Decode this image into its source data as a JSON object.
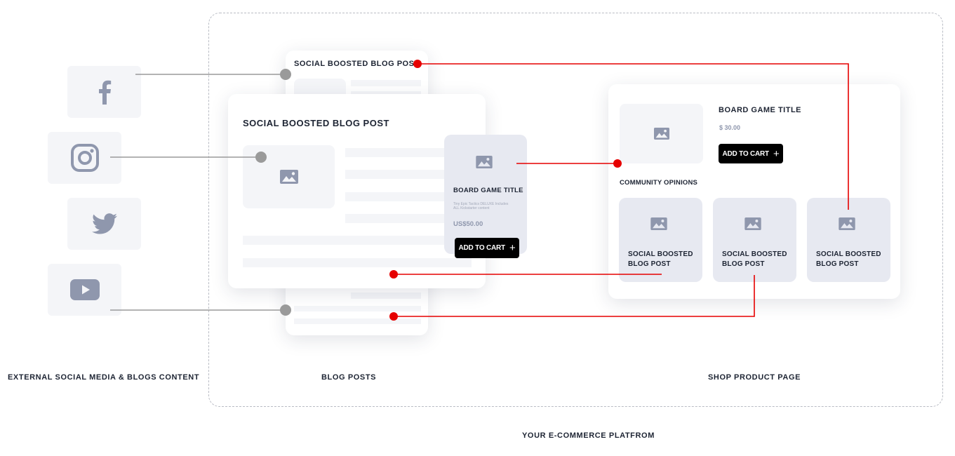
{
  "captions": {
    "external": "EXTERNAL SOCIAL MEDIA & BLOGS CONTENT",
    "blog_posts": "BLOG POSTS",
    "shop_page": "SHOP PRODUCT PAGE",
    "platform": "YOUR E-COMMERCE PLATFROM"
  },
  "social_icons": [
    "facebook-icon",
    "instagram-icon",
    "twitter-icon",
    "youtube-icon"
  ],
  "blog_back": {
    "title": "SOCIAL BOOSTED BLOG POST"
  },
  "blog_front": {
    "title": "SOCIAL BOOSTED BLOG POST"
  },
  "product_widget": {
    "title": "BOARD GAME TITLE",
    "description": "Tiny Epic Tactics DELUXE Includes ALL Kickstarter content",
    "price": "US$50.00",
    "cta": "ADD TO CART"
  },
  "shop": {
    "title": "BOARD GAME TITLE",
    "price": "$ 30.00",
    "cta": "ADD TO CART",
    "section_title": "COMMUNITY OPINIONS",
    "opinions": [
      {
        "label": "SOCIAL BOOSTED BLOG POST"
      },
      {
        "label": "SOCIAL BOOSTED BLOG POST"
      },
      {
        "label": "SOCIAL BOOSTED BLOG POST"
      }
    ]
  },
  "colors": {
    "connector_grey": "#9a9a9a",
    "connector_red": "#e60000",
    "placeholder": "#f4f5f8",
    "placeholder_blue": "#e7e9f1",
    "icon": "#8f97ad"
  }
}
